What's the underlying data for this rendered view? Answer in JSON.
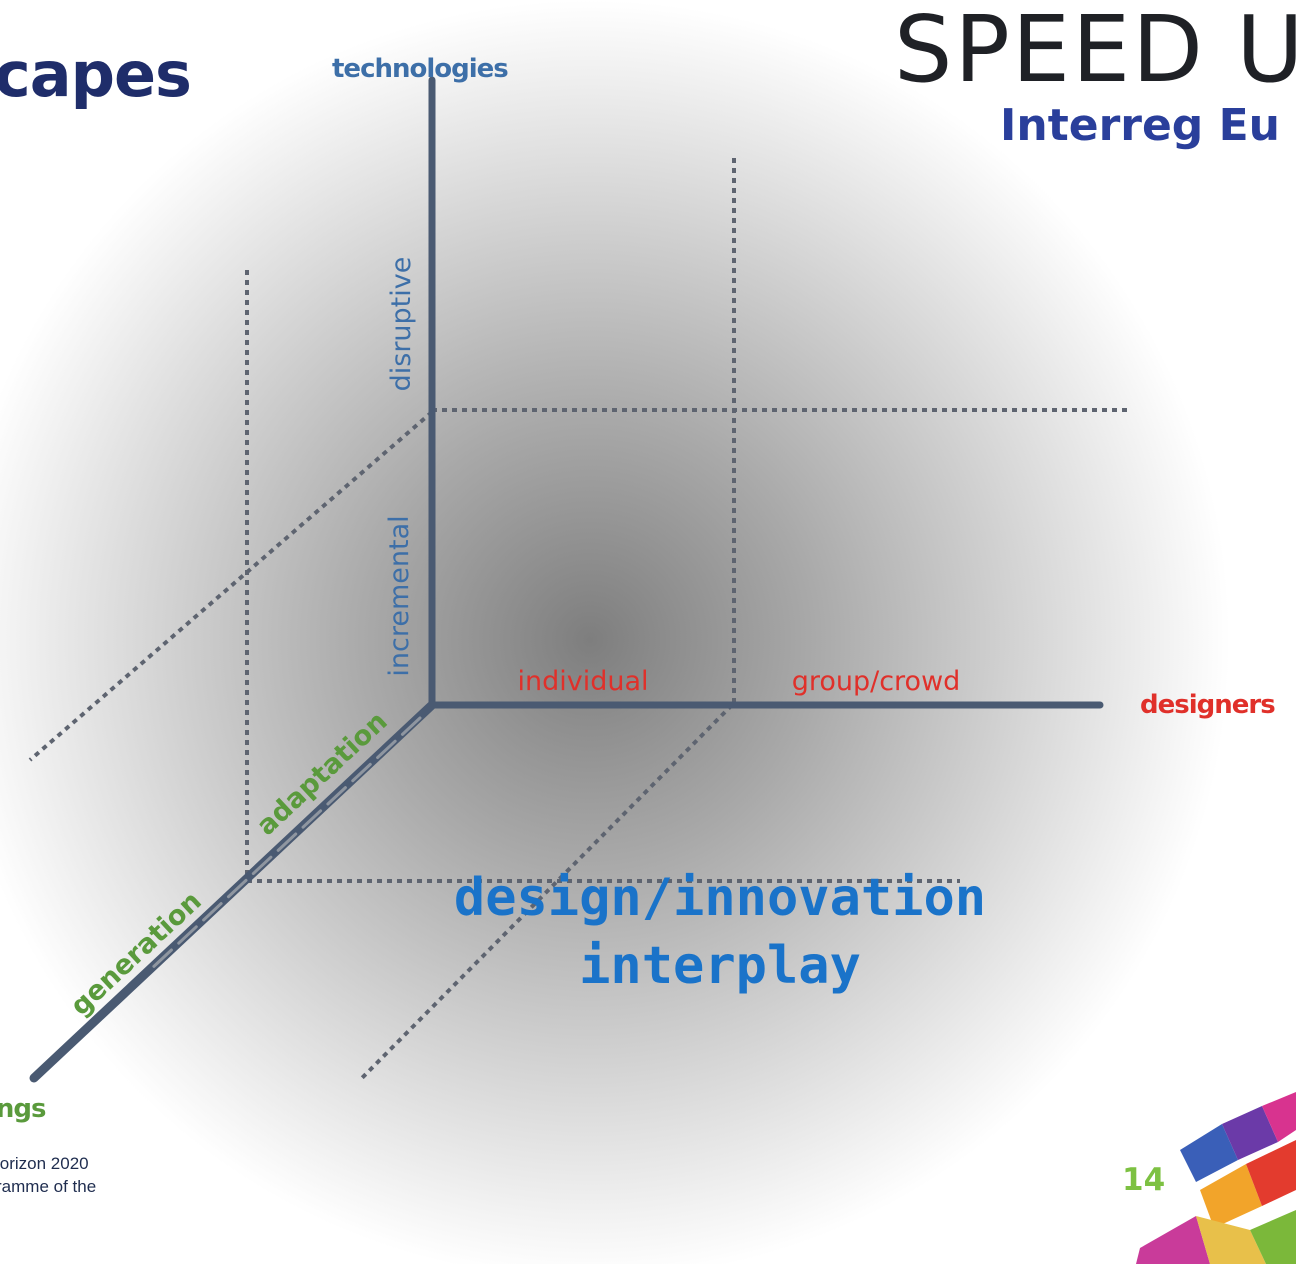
{
  "header": {
    "left_brand": "capes",
    "right_brand": "SPEED U",
    "right_program": "Interreg Eu"
  },
  "footer": {
    "funding_line_1": "lorizon 2020",
    "funding_line_2": "ramme of the",
    "page_number": "14"
  },
  "diagram": {
    "axes": {
      "vertical": "technologies",
      "horizontal": "designers",
      "depth": "ings"
    },
    "vertical_levels": [
      "incremental",
      "disruptive"
    ],
    "horizontal_levels": [
      "individual",
      "group/crowd"
    ],
    "depth_levels": [
      "adaptation",
      "generation"
    ],
    "title_line_1": "design/innovation",
    "title_line_2": "interplay"
  },
  "colors": {
    "technology_axis_text": "#3d6fa8",
    "designer_axis_text": "#e0302a",
    "things_axis_text": "#5a9a3c",
    "title_text": "#1a73c9",
    "axis_line": "#4a5a72",
    "page_number": "#7dc142"
  }
}
